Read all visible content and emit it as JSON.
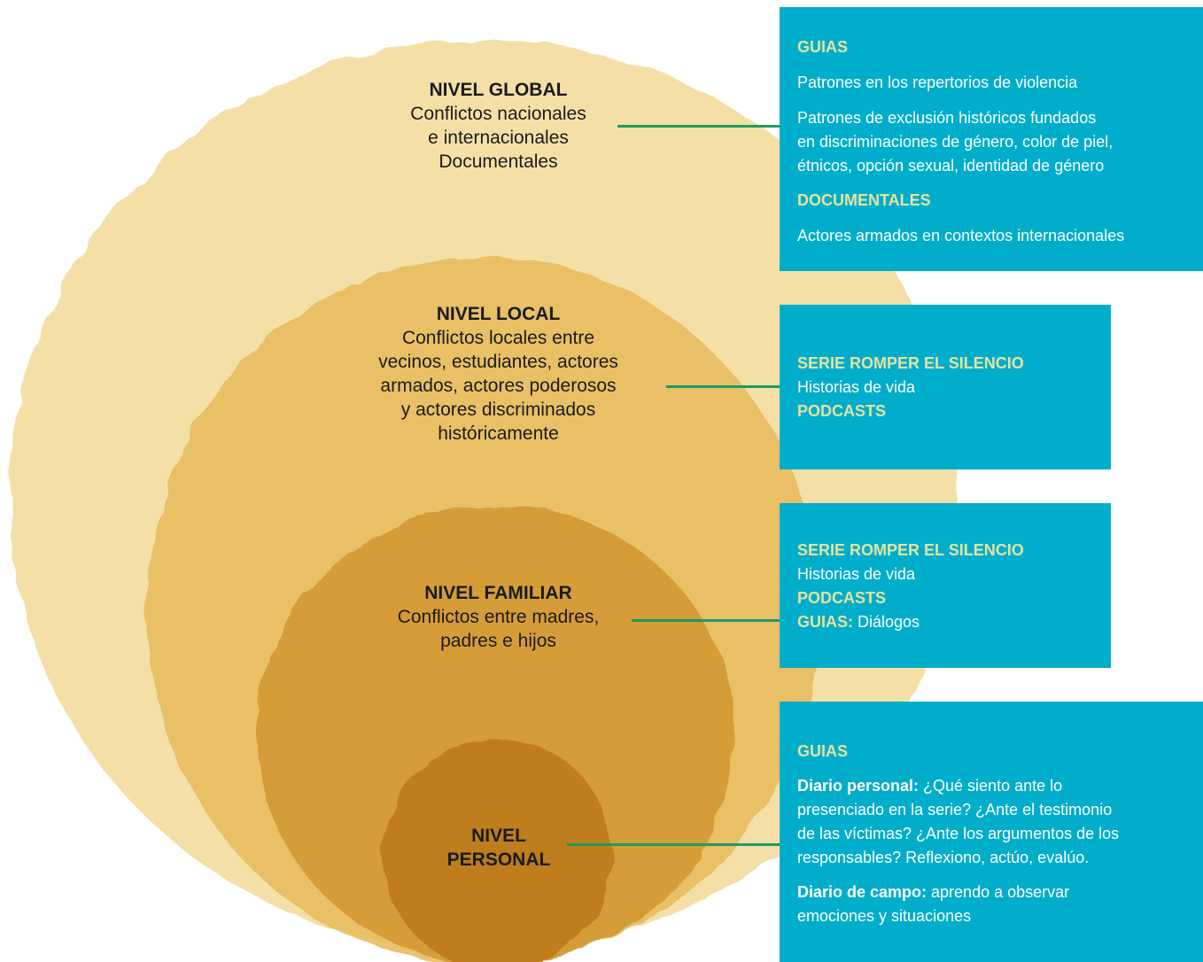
{
  "colors": {
    "panel": "#00aecb",
    "panel_heading": "#e6e2a0",
    "connector": "#1f9a63",
    "circle_global": "#f4dfa3",
    "circle_local": "#e8bd5e",
    "circle_familiar": "#d49a35",
    "circle_personal": "#bd7a1f"
  },
  "levels": [
    {
      "title": "NIVEL GLOBAL",
      "lines": [
        "Conflictos nacionales",
        "e internacionales",
        "Documentales"
      ]
    },
    {
      "title": "NIVEL LOCAL",
      "lines": [
        "Conflictos locales entre",
        "vecinos, estudiantes, actores",
        "armados, actores poderosos",
        "y actores discriminados",
        "históricamente"
      ]
    },
    {
      "title": "NIVEL FAMILIAR",
      "lines": [
        "Conflictos entre madres,",
        "padres e hijos"
      ]
    },
    {
      "title_lines": [
        "NIVEL",
        "PERSONAL"
      ]
    }
  ],
  "panels": {
    "global": {
      "heading1": "GUIAS",
      "item1": "Patrones en los repertorios de violencia",
      "item2_lines": [
        "Patrones de exclusión históricos fundados",
        "en discriminaciones de género, color de piel,",
        "étnicos, opción sexual, identidad de género"
      ],
      "heading2": "DOCUMENTALES",
      "item3": "Actores armados en contextos internacionales"
    },
    "local": {
      "heading1": "SERIE ROMPER EL SILENCIO",
      "item1": "Historias de vida",
      "heading2": "PODCASTS"
    },
    "familiar": {
      "heading1": "SERIE ROMPER EL SILENCIO",
      "item1": "Historias de vida",
      "heading2": "PODCASTS",
      "heading3": "GUIAS:",
      "item3": " Diálogos"
    },
    "personal": {
      "heading1": "GUIAS",
      "diary1_label": "Diario personal:",
      "diary1_lines": [
        " ¿Qué siento ante lo",
        "presenciado en la serie? ¿Ante el testimonio",
        "de las víctimas? ¿Ante los argumentos de los",
        "responsables? Reflexiono, actúo, evalúo."
      ],
      "diary2_label": "Diario de campo:",
      "diary2_lines": [
        " aprendo a observar",
        "emociones y situaciones"
      ]
    }
  }
}
